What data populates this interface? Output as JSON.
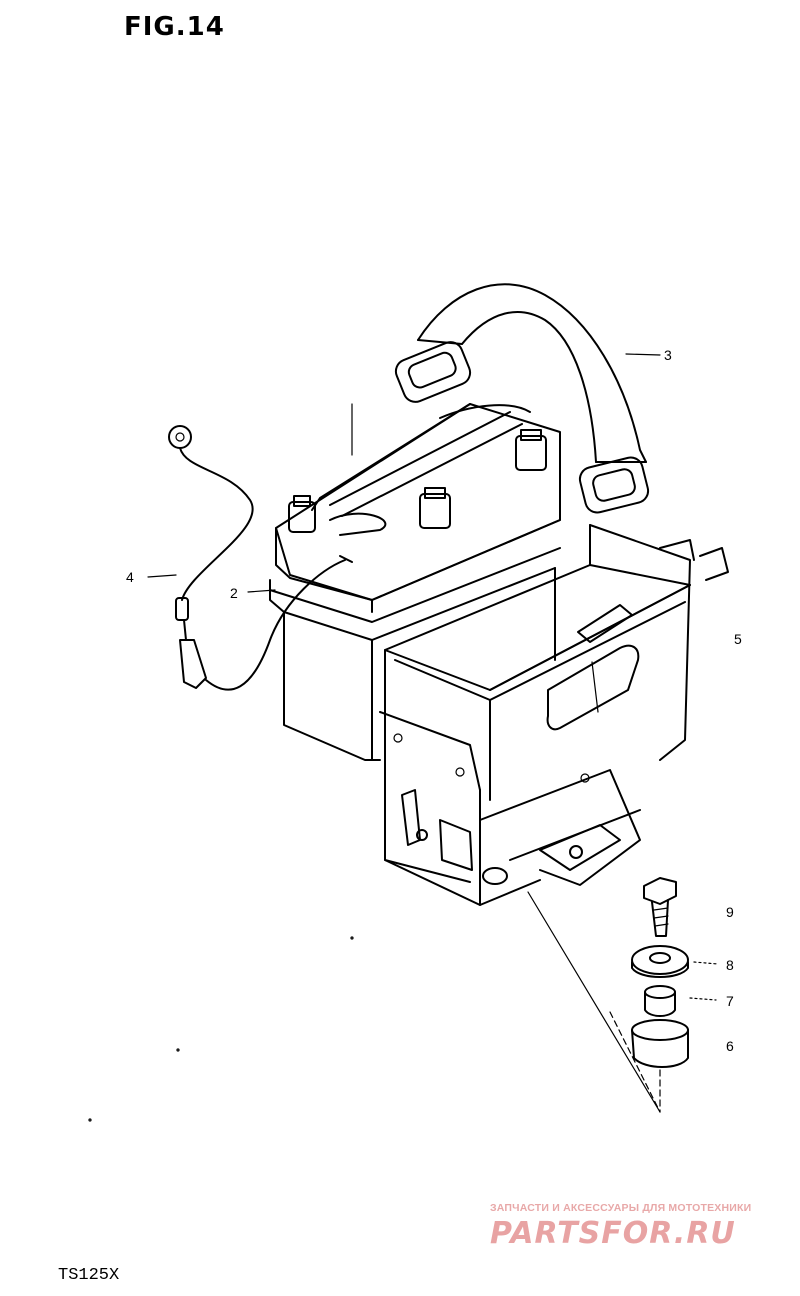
{
  "figure": {
    "title": "FIG.14",
    "model": "TS125X"
  },
  "callouts": [
    {
      "id": "callout-2",
      "label": "2"
    },
    {
      "id": "callout-3",
      "label": "3"
    },
    {
      "id": "callout-4",
      "label": "4"
    },
    {
      "id": "callout-5",
      "label": "5"
    },
    {
      "id": "callout-6",
      "label": "6"
    },
    {
      "id": "callout-7",
      "label": "7"
    },
    {
      "id": "callout-8",
      "label": "8"
    },
    {
      "id": "callout-9",
      "label": "9"
    }
  ],
  "watermark": {
    "tagline": "ЗАПЧАСТИ И АКСЕССУАРЫ ДЛЯ МОТОТЕХНИКИ",
    "logo": "PARTSFOR.RU",
    "color": "#e8a3a3"
  }
}
